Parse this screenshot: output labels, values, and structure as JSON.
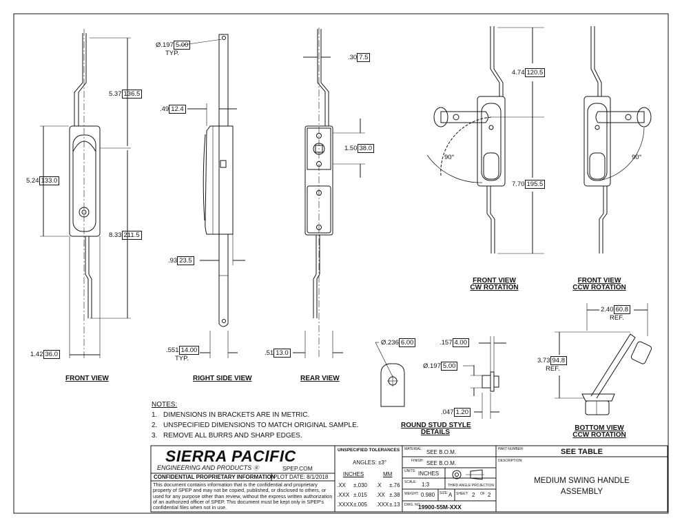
{
  "views": {
    "front": "FRONT VIEW",
    "right_side": "RIGHT SIDE VIEW",
    "rear": "REAR VIEW",
    "front_cw_1": "FRONT VIEW",
    "front_cw_2": "CW ROTATION",
    "front_ccw_1": "FRONT VIEW",
    "front_ccw_2": "CCW ROTATION",
    "bottom_1": "BOTTOM VIEW",
    "bottom_2": "CCW ROTATION",
    "stud_1": "ROUND STUD STYLE",
    "stud_2": "DETAILS"
  },
  "dims": {
    "front_5_37": "5.37",
    "front_136_5": "136.5",
    "front_5_24": "5.24",
    "front_133_0": "133.0",
    "front_8_33": "8.33",
    "front_211_5": "211.5",
    "front_1_42": "1.42",
    "front_36_0": "36.0",
    "side_hole": "Ø.197",
    "side_hole_mm": "5.00",
    "side_typ": "TYP.",
    "side_0_49": ".49",
    "side_12_4": "12.4",
    "side_0_93": ".93",
    "side_23_5": "23.5",
    "side_0_551": ".551",
    "side_14_00": "14.00",
    "side_typ2": "TYP.",
    "rear_0_30": ".30",
    "rear_7_5": "7.5",
    "rear_1_50": "1.50",
    "rear_38_0": "38.0",
    "rear_0_51": ".51",
    "rear_13_0": "13.0",
    "cw_4_74": "4.74",
    "cw_120_5": "120.5",
    "cw_7_70": "7.70",
    "cw_195_5": "195.5",
    "cw_angle": "90°",
    "ccw_angle": "90°",
    "bottom_2_40": "2.40",
    "bottom_60_8": "60.8",
    "bottom_ref1": "REF.",
    "bottom_3_73": "3.73",
    "bottom_94_8": "94.8",
    "bottom_ref2": "REF.",
    "stud_0_236": "Ø.236",
    "stud_6_00": "6.00",
    "stud_0_157": ".157",
    "stud_4_00": "4.00",
    "stud_0_197": "Ø.197",
    "stud_5_00": "5.00",
    "stud_0_047": ".047",
    "stud_1_20": "1.20"
  },
  "notes": {
    "heading": "NOTES:",
    "items": [
      {
        "num": "1.",
        "text": "DIMENSIONS IN BRACKETS ARE IN METRIC."
      },
      {
        "num": "2.",
        "text": "UNSPECIFIED DIMENSIONS TO MATCH ORIGINAL SAMPLE."
      },
      {
        "num": "3.",
        "text": "REMOVE ALL BURRS AND SHARP EDGES."
      }
    ]
  },
  "title_block": {
    "company": "SIERRA PACIFIC",
    "company_sub": "ENGINEERING AND PRODUCTS",
    "website": "SPEP.COM",
    "confidential": "CONFIDENTIAL PROPRIETARY INFORMATION",
    "plot_date_label": "PLOT DATE:",
    "plot_date": "8/1/2018",
    "disclaimer": "This document contains information that is the confidential and proprietary property of SPEP and may not be copied, published, or disclosed to others, or used for any purpose  other than review, without the express written authorization of an authorized officer of SPEP. This document must be kept only in SPEP's confidential files when not in use.",
    "tolerances_title": "UNSPECIFIED TOLERANCES",
    "angles": "ANGLES: ±3°",
    "inches_label": "INCHES",
    "mm_label": "MM",
    "tol_in": [
      {
        "fmt": ".XX",
        "val": "±.030"
      },
      {
        "fmt": ".XXX",
        "val": "±.015"
      },
      {
        "fmt": ".XXXX",
        "val": "±.005"
      }
    ],
    "tol_mm": [
      {
        "fmt": ".X",
        "val": "±.76"
      },
      {
        "fmt": ".XX",
        "val": "±.38"
      },
      {
        "fmt": ".XXX",
        "val": "±.13"
      }
    ],
    "material_label": "MATERIAL:",
    "material": "SEE B.O.M.",
    "finish_label": "FINISH:",
    "finish": "SEE B.O.M.",
    "units_label": "UNITS:",
    "units": "INCHES",
    "scale_label": "SCALE:",
    "scale": "1:3",
    "projection": "THIRD ANGLE PROJECTION",
    "weight_label": "WEIGHT:",
    "weight": "0.980",
    "size_label": "SIZE:",
    "size": "A",
    "sheet_label": "SHEET:",
    "sheet": "2",
    "of_label": "OF",
    "sheet_total": "2",
    "dwg_label": "DWG. NO.",
    "dwg_no": "19900-55M-XXX",
    "part_number_label": "PART NUMBER:",
    "part_number": "SEE TABLE",
    "description_label": "DESCRIPTION:",
    "description_1": "MEDIUM SWING HANDLE",
    "description_2": "ASSEMBLY"
  }
}
